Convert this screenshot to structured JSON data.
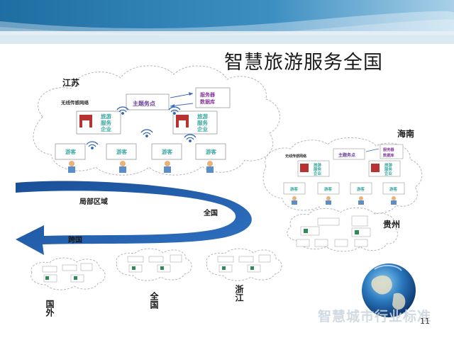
{
  "title": "智慧旅游服务全国",
  "labels": {
    "jiangsu": "江苏",
    "hainan": "海南",
    "guizhou": "贵州",
    "guowai": "国外",
    "quanguo_bottom": "全国",
    "zhejiang": "浙江"
  },
  "main_cluster": {
    "wireless": "无线传感网络",
    "theme": "主题务点",
    "server": "服务器数据库",
    "enterprise": "旅游服务企业",
    "tourist": "游客"
  },
  "hainan_cluster": {
    "wireless": "无线传感网络",
    "theme": "主题务点",
    "server": "服务器数据库",
    "enterprise": "旅游服务企业",
    "tourist": "游客"
  },
  "arrow": {
    "local": "局部区域",
    "national": "全国",
    "cross_border": "跨国"
  },
  "page_number": "11",
  "watermark": "智慧城市行业标准",
  "colors": {
    "banner": "#2f7fb0",
    "arrow": "#1c5aa8",
    "tourist_text": "#3aa8a0",
    "enterprise_text": "#3aa8a0",
    "server_text": "#8a3c9e",
    "theme_text": "#6b3f9a"
  }
}
